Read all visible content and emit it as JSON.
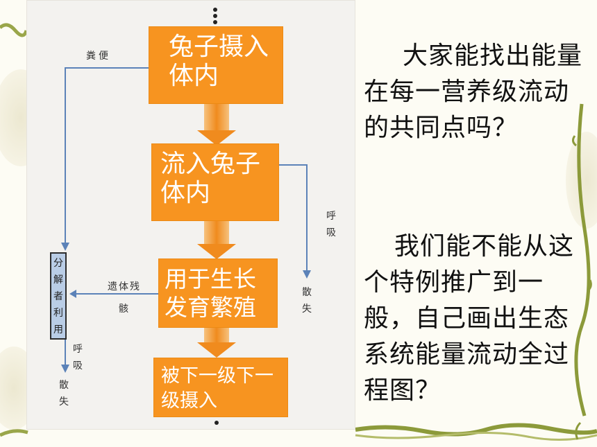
{
  "slide": {
    "diagram": {
      "box_eaten": "兔子摄入体内",
      "box_flow_in": "流入兔子体内",
      "box_growth": "用于生长发育繁殖",
      "box_next": "被下一级下一级摄入",
      "label_feces": "粪便",
      "label_respiration_right": "呼吸",
      "label_dissipate_right": "散失",
      "label_remains": "遗体残骸",
      "decomposer_box": "分解者利用",
      "label_respiration_left": "呼吸",
      "label_dissipate_left": "散失"
    },
    "question_1": "大家能找出能量在每一营养级流动的共同点吗？",
    "question_2": "我们能不能从这个特例推广到一般，自己画出生态系统能量流动全过程图？"
  },
  "colors": {
    "box_orange": "#f79420",
    "arrow_orange": "#f2a244",
    "line_blue": "#5b82b8",
    "decomposer_fill": "#b9cde6",
    "vine_green": "#9aa64a"
  },
  "icons": {
    "top_dots": "vertical-ellipsis",
    "bottom_dot": "dot"
  }
}
